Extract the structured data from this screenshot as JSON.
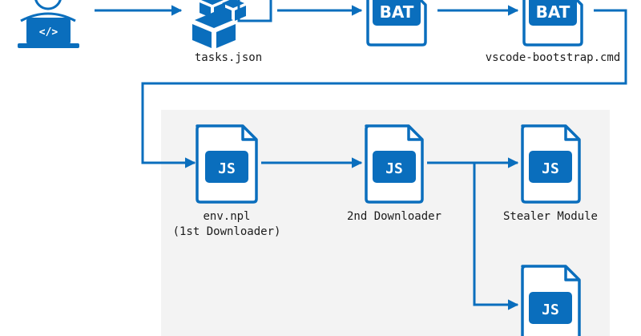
{
  "colors": {
    "accent": "#0a6ebd",
    "panel": "#f3f3f3",
    "text": "#1b1b1b"
  },
  "nodes": {
    "developer": {
      "icon": "developer-laptop-icon"
    },
    "tasks": {
      "icon": "package-boxes-icon",
      "label": "tasks.json"
    },
    "bat1": {
      "icon": "bat-file-icon",
      "badge": "BAT"
    },
    "bat2": {
      "icon": "bat-file-icon",
      "badge": "BAT",
      "label": "vscode-bootstrap.cmd"
    },
    "env": {
      "icon": "js-file-icon",
      "badge": "JS",
      "label": "env.npl\n(1st Downloader)"
    },
    "downloader2": {
      "icon": "js-file-icon",
      "badge": "JS",
      "label": "2nd Downloader"
    },
    "stealer": {
      "icon": "js-file-icon",
      "badge": "JS",
      "label": "Stealer Module"
    },
    "module4": {
      "icon": "js-file-icon",
      "badge": "JS"
    }
  }
}
